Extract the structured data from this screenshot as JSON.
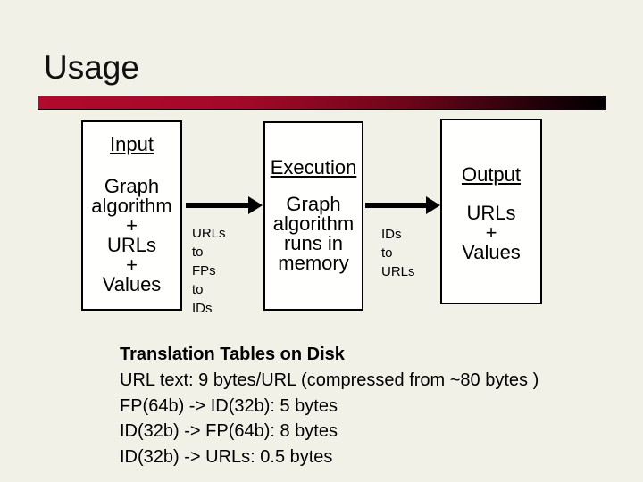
{
  "slide": {
    "title": "Usage",
    "background_color": "#f2f1e8",
    "accent_color": "#b00a2c",
    "accent_gradient_end": "#000000",
    "box_fill": "#fffffd",
    "text_color": "#000000"
  },
  "diagram": {
    "boxes": [
      {
        "heading": "Input",
        "lines": [
          "Graph",
          "algorithm",
          "+",
          "URLs",
          "+",
          "Values"
        ]
      },
      {
        "heading": "Execution",
        "lines": [
          "Graph",
          "algorithm",
          "runs in",
          "memory"
        ]
      },
      {
        "heading": "Output",
        "lines": [
          "URLs",
          "+",
          "Values"
        ]
      }
    ],
    "flow_labels": [
      {
        "lines": [
          "URLs",
          "to",
          "FPs",
          "to",
          "IDs"
        ]
      },
      {
        "lines": [
          "IDs",
          "to",
          "URLs"
        ]
      }
    ]
  },
  "notes": {
    "heading": "Translation Tables on Disk",
    "lines": [
      "URL text: 9 bytes/URL (compressed from ~80 bytes )",
      "FP(64b) -> ID(32b): 5 bytes",
      "ID(32b) -> FP(64b): 8 bytes",
      "ID(32b) -> URLs: 0.5 bytes"
    ]
  }
}
